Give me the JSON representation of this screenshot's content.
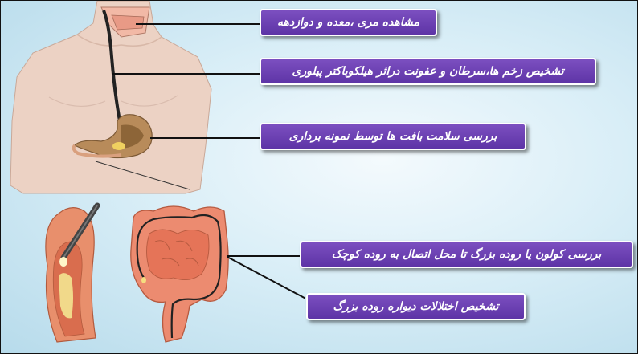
{
  "labels": {
    "esophagus_stomach_duodenum": "مشاهده مری ،معده و دوازدهه",
    "ulcer_cancer_hpylori": "تشخیص زخم ها،سرطان و عفونت دراثر هیلکوباکتر پیلوری",
    "tissue_biopsy": "بررسی سلامت بافت ها توسط نمونه برداری",
    "colon_to_small_intestine": "بررسی کولون یا روده بزرگ تا محل اتصال به روده کوچک",
    "colon_wall_disorders": "تشخیص اختلالات دیواره روده بزرگ"
  },
  "colors": {
    "pill_fill": "#6a3fb4",
    "pill_border": "#ffffff",
    "background": "#cfe9f4",
    "intestine": "#e8836b"
  }
}
